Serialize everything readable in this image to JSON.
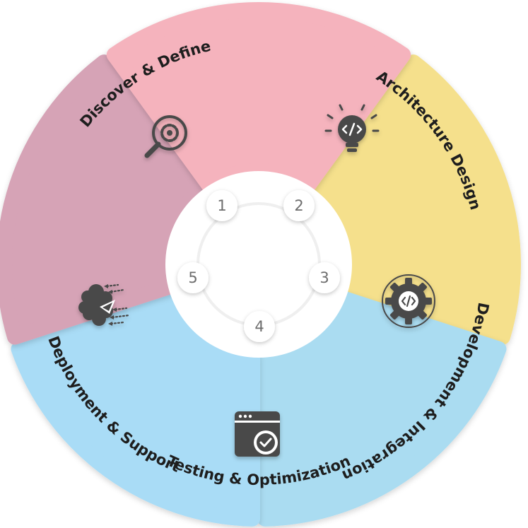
{
  "diagram": {
    "stages": [
      {
        "number": "1",
        "label": "Discover & Define",
        "color": "#f5e08c",
        "icon": "magnifier-gear-icon"
      },
      {
        "number": "2",
        "label": "Architecture Design",
        "color": "#aadcf1",
        "icon": "code-lightbulb-icon"
      },
      {
        "number": "3",
        "label": "Development & Integration",
        "color": "#a9dcf6",
        "icon": "code-gear-icon"
      },
      {
        "number": "4",
        "label": "Testing & Optimization",
        "color": "#d6a3b6",
        "icon": "browser-check-icon"
      },
      {
        "number": "5",
        "label": "Deployment & Support",
        "color": "#f5b3bd",
        "icon": "cloud-rocket-icon"
      }
    ]
  }
}
